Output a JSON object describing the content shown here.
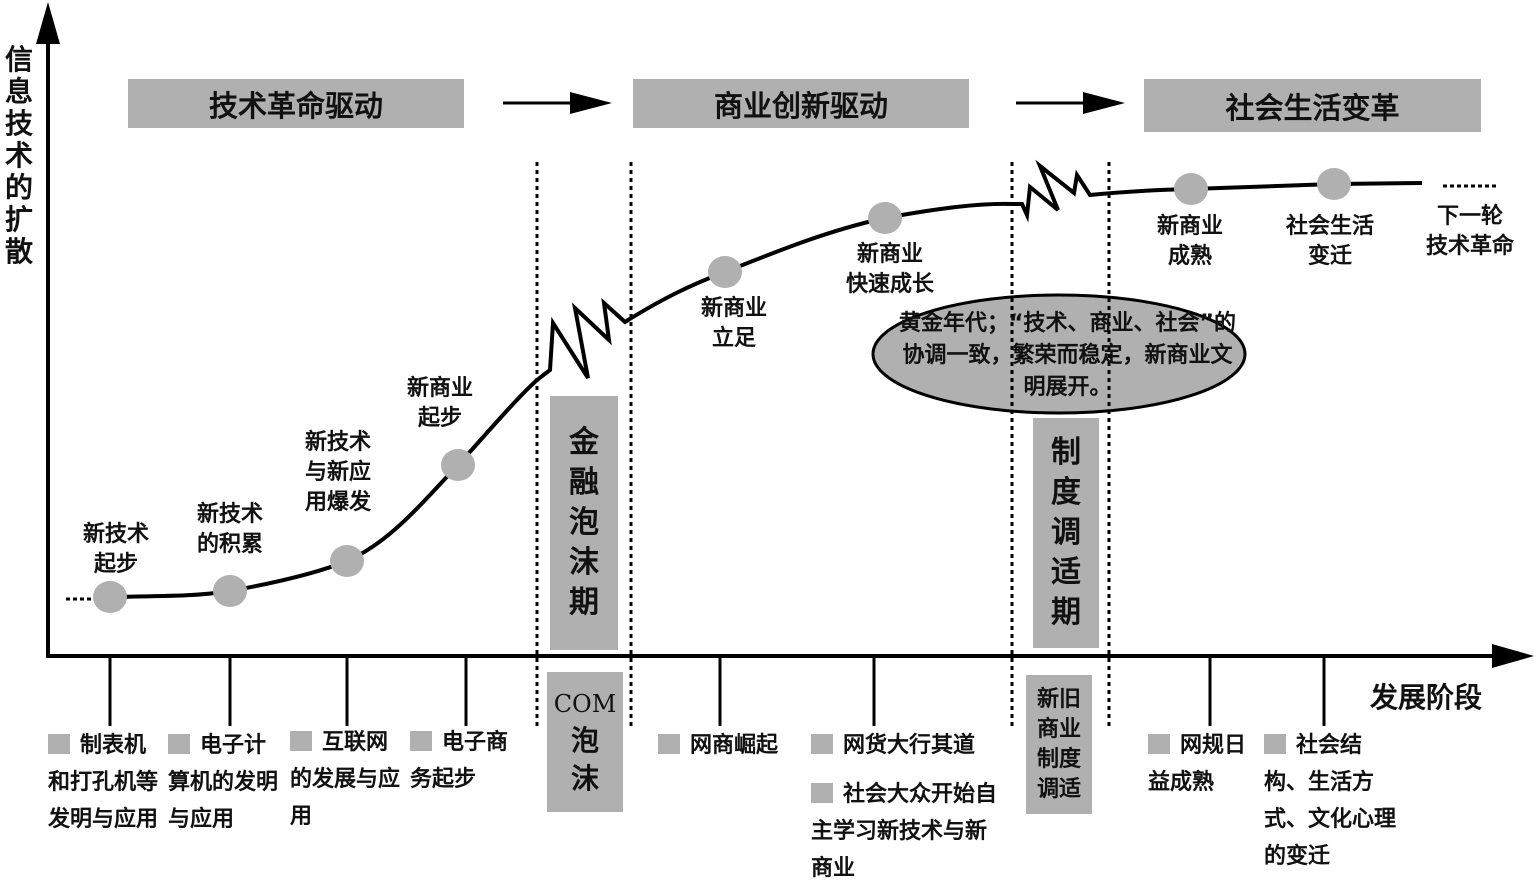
{
  "axes": {
    "y_label": "信息技术的扩散",
    "x_label": "发展阶段"
  },
  "phases": [
    {
      "label": "技术革命驱动"
    },
    {
      "label": "商业创新驱动"
    },
    {
      "label": "社会生活变革"
    }
  ],
  "nodes": [
    {
      "label": "新技术\n起步"
    },
    {
      "label": "新技术\n的积累"
    },
    {
      "label": "新技术\n与新应\n用爆发"
    },
    {
      "label": "新商业\n起步"
    },
    {
      "label": "新商业\n立足"
    },
    {
      "label": "新商业\n快速成长"
    },
    {
      "label": "新商业\n成熟"
    },
    {
      "label": "社会生活\n变迁"
    },
    {
      "label": "下一轮\n技术革命"
    }
  ],
  "periods": [
    {
      "label": "金融泡沫期",
      "sub_label_line1": "COM",
      "sub_label_line2": "泡沫"
    },
    {
      "label": "制度调适期",
      "sub_label": "新旧商业制度调适"
    }
  ],
  "golden_age": {
    "text": "黄金年代；“技术、商业、社会”的协调一致，繁荣而稳定，新商业文明展开。"
  },
  "events": [
    {
      "text": "制表机和打孔机等发明与应用"
    },
    {
      "text": "电子计算机的发明与应用"
    },
    {
      "text": "互联网的发展与应用"
    },
    {
      "text": "电子商务起步"
    },
    {
      "text": "网商崛起"
    },
    {
      "text": "网货大行其道"
    },
    {
      "text": "社会大众开始自主学习新技术与新商业"
    },
    {
      "text": "网规日益成熟"
    },
    {
      "text": "社会结构、生活方式、文化心理的变迁"
    }
  ],
  "colors": {
    "fill_gray": "#b0b0b0",
    "line": "#000000"
  }
}
